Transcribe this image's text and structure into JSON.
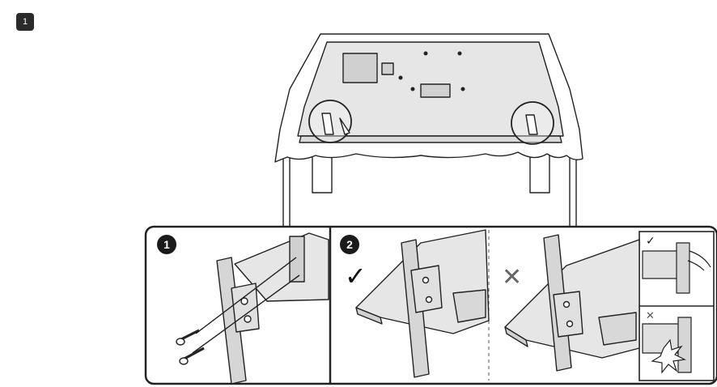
{
  "step": {
    "number": "1"
  },
  "panels": [
    {
      "number": "1"
    },
    {
      "number": "2"
    }
  ],
  "marks": {
    "correct": "✓",
    "incorrect": "✕"
  }
}
